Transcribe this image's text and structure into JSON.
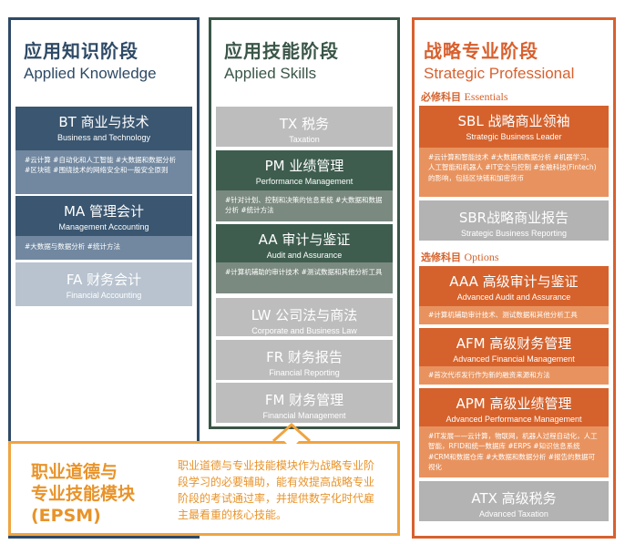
{
  "knowledge": {
    "title_cn": "应用知识阶段",
    "title_en": "Applied Knowledge",
    "bt": {
      "title": "BT 商业与技术",
      "sub": "Business and Technology",
      "tags": "#云计算 #自动化和人工智能 #大数据和数据分析 #区块链 #围绕技术的网络安全和一般安全原则"
    },
    "ma": {
      "title": "MA 管理会计",
      "sub": "Management Accounting",
      "tags": "#大数据与数据分析 #统计方法"
    },
    "fa": {
      "title": "FA 财务会计",
      "sub": "Financial Accounting"
    }
  },
  "skills": {
    "title_cn": "应用技能阶段",
    "title_en": "Applied Skills",
    "tx": {
      "title": "TX 税务",
      "sub": "Taxation"
    },
    "pm": {
      "title": "PM 业绩管理",
      "sub": "Performance Management",
      "tags": "#针对计划、控制和决策的信息系统 #大数据和数据分析 #统计方法"
    },
    "aa": {
      "title": "AA 审计与鉴证",
      "sub": "Audit and Assurance",
      "tags": "#计算机辅助的审计技术 #测试数据和其他分析工具"
    },
    "lw": {
      "title": "LW 公司法与商法",
      "sub": "Corporate and Business Law"
    },
    "fr": {
      "title": "FR 财务报告",
      "sub": "Financial Reporting"
    },
    "fm": {
      "title": "FM 财务管理",
      "sub": "Financial Management"
    }
  },
  "strategic": {
    "title_cn": "战略专业阶段",
    "title_en": "Strategic Professional",
    "essentials_cn": "必修科目",
    "essentials_en": "Essentials",
    "sbl": {
      "title": "SBL 战略商业领袖",
      "sub": "Strategic Business Leader",
      "tags": "#云计算和智能技术 #大数据和数据分析 #机器学习、人工智能和机器人 #IT安全与控制 #金融科技(Fintech)的影响，包括区块链和加密货币"
    },
    "sbr": {
      "title": "SBR战略商业报告",
      "sub": "Strategic Business Reporting"
    },
    "options_cn": "选修科目",
    "options_en": "Options",
    "aaa": {
      "title": "AAA 高级审计与鉴证",
      "sub": "Advanced Audit and Assurance",
      "tags": "#计算机辅助审计技术、测试数据和其他分析工具"
    },
    "afm": {
      "title": "AFM 高级财务管理",
      "sub": "Advanced Financial Management",
      "tags": "#首次代币发行作为新的融资来源和方法"
    },
    "apm": {
      "title": "APM 高级业绩管理",
      "sub": "Advanced Performance Management",
      "tags": "#IT发展——云计算，物联网，机器人过程自动化，人工智能，RFID和统一数据库 #ERPS #知识信息系统 #CRM和数据仓库 #大数据和数据分析 #报告的数据可视化"
    },
    "atx": {
      "title": "ATX 高级税务",
      "sub": "Advanced Taxation"
    }
  },
  "epsm": {
    "title_line1": "职业道德与",
    "title_line2": "专业技能模块",
    "title_line3": "(EPSM)",
    "desc": "职业道德与专业技能模块作为战略专业阶段学习的必要辅助，能有效提高战略专业阶段的考试通过率，并提供数字化时代雇主最看重的核心技能。"
  },
  "colors": {
    "knowledge": "#2e4a66",
    "skills": "#3a5648",
    "strategic": "#d8602e",
    "epsm": "#f0a440"
  }
}
